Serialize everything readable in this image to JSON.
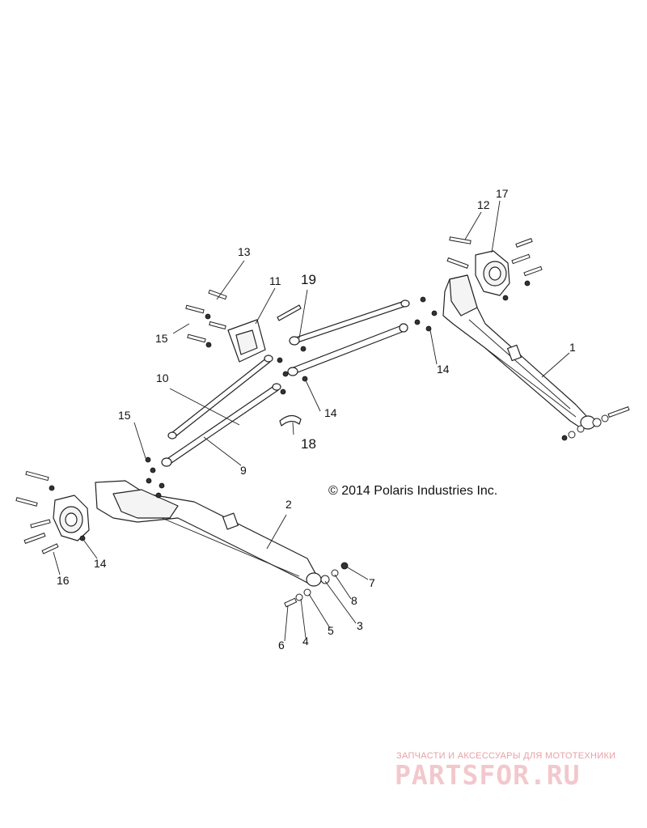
{
  "diagram": {
    "copyright": "© 2014 Polaris Industries Inc.",
    "callouts": {
      "c1": "1",
      "c2": "2",
      "c3": "3",
      "c4": "4",
      "c5": "5",
      "c6": "6",
      "c7": "7",
      "c8": "8",
      "c9": "9",
      "c10": "10",
      "c11": "11",
      "c12": "12",
      "c13": "13",
      "c14a": "14",
      "c14b": "14",
      "c14c": "14",
      "c15a": "15",
      "c15b": "15",
      "c16": "16",
      "c17": "17",
      "c18": "18",
      "c19": "19"
    }
  },
  "watermark": {
    "tagline": "ЗАПЧАСТИ И АКСЕССУАРЫ ДЛЯ МОТОТЕХНИКИ",
    "logo": "PARTSFOR.RU"
  }
}
